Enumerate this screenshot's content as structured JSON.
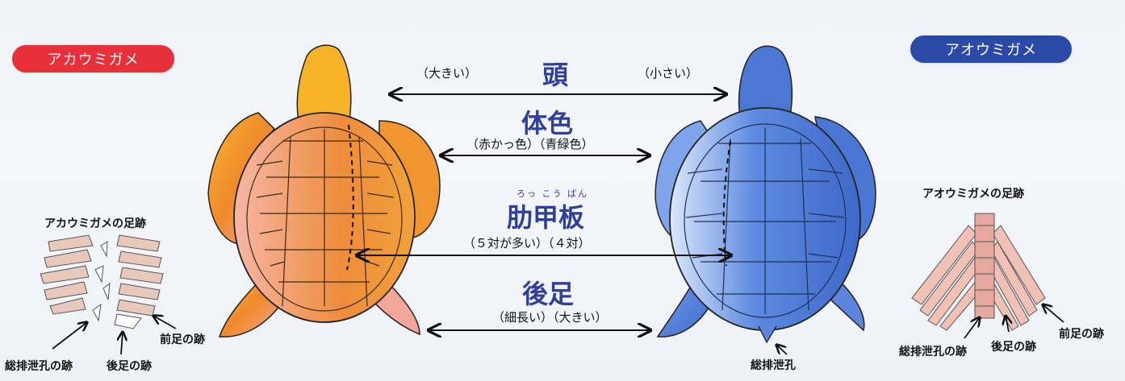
{
  "loggerhead": {
    "badge": "アカウミガメ",
    "badge_color": "#e8303a",
    "shell_color": "#ef8a2c",
    "track_label": "アカウミガメの足跡"
  },
  "green": {
    "badge": "アオウミガメ",
    "badge_color": "#2b4aa8",
    "shell_color": "#4a78d4",
    "track_label": "アオウミガメの足跡"
  },
  "comparisons": {
    "head": {
      "title": "頭",
      "left": "（大きい）",
      "right": "（小さい）"
    },
    "color": {
      "title": "体色",
      "detail": "（赤かっ色）（青緑色）"
    },
    "costal": {
      "reading": "ろっ こう ばん",
      "title": "肋甲板",
      "detail": "（５対が多い）（４対）"
    },
    "hind": {
      "title": "後足",
      "detail": "（細長い）（大きい）"
    }
  },
  "track_labels": {
    "left_cloaca": "総排泄孔の跡",
    "left_hind": "後足の跡",
    "left_front": "前足の跡",
    "right_cloaca": "総排泄孔の跡",
    "right_hind": "後足の跡",
    "right_front": "前足の跡",
    "cloaca": "総排泄孔"
  },
  "title_color": "#2f3f9a"
}
